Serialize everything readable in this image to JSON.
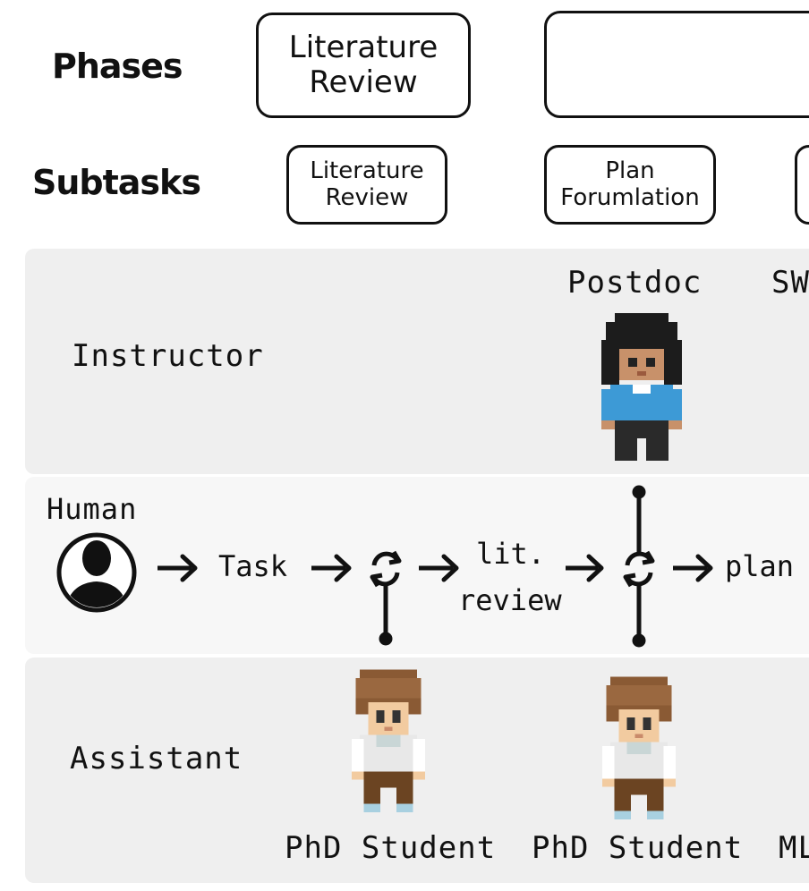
{
  "header": {
    "phases_label": "Phases",
    "subtasks_label": "Subtasks"
  },
  "phases": [
    {
      "label": "Literature Review"
    },
    {
      "label": ""
    }
  ],
  "subtasks": [
    {
      "label": "Literature Review"
    },
    {
      "label": "Plan Forumlation"
    }
  ],
  "rows": {
    "instructor": "Instructor",
    "human": "Human",
    "assistant": "Assistant"
  },
  "agents": {
    "instructor_top": "Postdoc",
    "instructor_top_partial": "SW",
    "assistant_1": "PhD Student",
    "assistant_2": "PhD Student",
    "assistant_partial": "ML"
  },
  "flow": {
    "task": "Task",
    "lit_review_line1": "lit.",
    "lit_review_line2": "review",
    "plan": "plan"
  },
  "icons": [
    "person-silhouette-icon",
    "arrow-right-icon",
    "refresh-cycle-icon"
  ],
  "colors": {
    "band_dark": "#efefef",
    "band_light": "#f7f7f7",
    "postdoc_shirt": "#3d9ad6",
    "student_shirt": "#e8e8e8",
    "student_hair": "#8a5a34"
  }
}
